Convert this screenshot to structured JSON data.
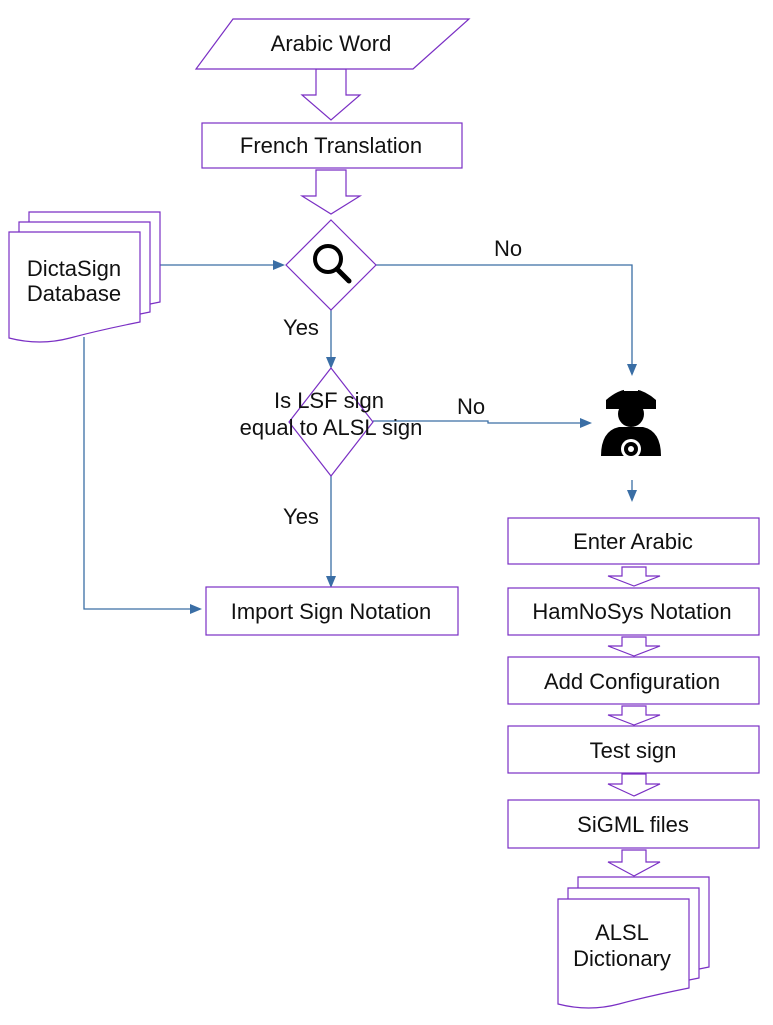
{
  "nodes": {
    "arabic_word": "Arabic Word",
    "french_translation": "French Translation",
    "dictasign_line1": "DictaSign",
    "dictasign_line2": "Database",
    "decision_line1": "Is LSF sign",
    "decision_line2": "equal to ALSL sign",
    "import_sign": "Import Sign Notation",
    "enter_arabic": "Enter Arabic",
    "hamnosys": "HamNoSys Notation",
    "add_config": "Add Configuration",
    "test_sign": "Test sign",
    "sigml_files": "SiGML files",
    "alsl_line1": "ALSL",
    "alsl_line2": "Dictionary"
  },
  "edge_labels": {
    "search_no": "No",
    "search_yes": "Yes",
    "decision_no": "No",
    "decision_yes": "Yes"
  },
  "icons": {
    "search": "search-icon",
    "operator": "mechanic-icon"
  },
  "colors": {
    "outline": "#7a2fc4",
    "arrow": "#3a6ea5",
    "text": "#111111"
  }
}
